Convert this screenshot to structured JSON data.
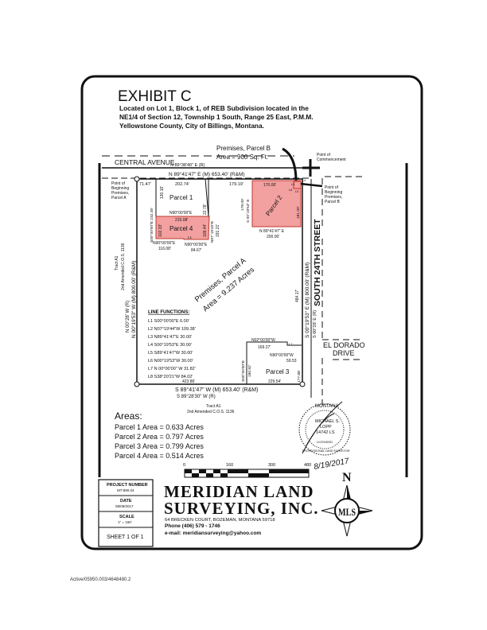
{
  "header": {
    "title": "EXHIBIT C",
    "subtitle_lines": [
      "Located on Lot 1, Block 1, of REB Subdivision located in the",
      "NE1/4 of Section 12, Township 1 South, Range 25 East, P.M.M.",
      "Yellowstone County, City of Billings, Montana."
    ]
  },
  "map": {
    "central_avenue": "CENTRAL AVENUE",
    "parcel_b_label": "Premises, Parcel B",
    "parcel_b_area": "Area = 900 Sq. Ft.",
    "point_of_commencement": [
      "Point of",
      "Commencement"
    ],
    "pob_parcel_a": [
      "Point of",
      "Beginning",
      "Premises,",
      "Parcel A"
    ],
    "pob_parcel_b": [
      "Point of",
      "Beginning",
      "Premises,",
      "Parcel B"
    ],
    "top_bearing_r": "N 89°38'40\" E (R)",
    "top_bearing_m": "N 89°41'47\" E (M) 653.40' (R&M)",
    "top_segments": [
      "71.47'",
      "202.74'",
      "179.19'",
      "170.00'"
    ],
    "south_24th": "SOUTH 24TH STREET",
    "east_bearing_m": "S 00°19'53\" E (M) 800.00' (R&M)",
    "east_bearing_r": "S 00°28' E (R)",
    "east_segment": "484.17'",
    "west_bearing_m": "N 00°19'53\" W (M) 800.00' (R&M)",
    "west_bearing_r": "N 00°28' W (R)",
    "tract_west": [
      "Tract A1",
      "2nd Amended C.O.S. 1136"
    ],
    "tract_south": [
      "Tract A1",
      "2nd Amended C.O.S. 1136"
    ],
    "bottom_bearing_m": "S 89°41'47\" W (M) 653.40' (R&M)",
    "bottom_bearing_r": "S 89°28'30\" W (R)",
    "bottom_segment": "423.86'",
    "el_dorado": [
      "EL DORADO",
      "DRIVE"
    ],
    "parcel_a_label": "Premises, Parcel A",
    "parcel_a_area": "Area = 9.237 Acres",
    "parcel1": {
      "label": "Parcel 1",
      "west": "S00°00'00\"E 232.49'",
      "west_seg": "130.16'",
      "bottom": "N90°00'00\"E",
      "east": "22.78'",
      "l_label": "L1"
    },
    "parcel4": {
      "label": "Parcel 4",
      "top": "215.08'",
      "west": "102.33'",
      "east": "109.44'",
      "bottom1": "N90°00'00\"E",
      "bottom1_len": "116.08'",
      "bottom2": "N90°00'00\"E",
      "bottom2_len": "84.67'",
      "east_bearing": "N07°19'45\"E",
      "east_len": "191.21'",
      "l_label": "L1"
    },
    "parcel2": {
      "label": "Parcel 2",
      "top": "170.00'",
      "west": "S 00°19'53\" E",
      "west_len": "178.00'",
      "east": "181.00'",
      "bottom": "N 89°41'47\" E",
      "bottom_len": "200.00'",
      "l_labels": [
        "L3",
        "L4",
        "L5",
        "L6"
      ]
    },
    "parcel3": {
      "label": "Parcel 3",
      "top": "N02°00'00\"W",
      "top_len": "169.27'",
      "right": "N90°00'00\"W",
      "right_len": "59.53",
      "west": "S00°00'00\"E",
      "west_len": "180.92'",
      "bottom": "229.54'",
      "east": "177.88'",
      "l_label": "L7"
    }
  },
  "line_functions": {
    "title": "LINE FUNCTIONS:",
    "lines": [
      "L1  S00°00'00\"E  6.00'",
      "L2  N07°19'44\"W  109.38'",
      "L3  N89°41'47\"E  30.00'",
      "L4  S00°19'53\"E  30.00'",
      "L5  S89°41'47\"W  30.00'",
      "L6  N00°19'53\"W  30.00'",
      "L7  N 00°00'00\" W  31.82'",
      "L8  S38°20'21\"W  84.02'"
    ]
  },
  "areas": {
    "title": "Areas:",
    "items": [
      "Parcel 1 Area = 0.633 Acres",
      "Parcel 2 Area = 0.797 Acres",
      "Parcel 3 Area = 0.799 Acres",
      "Parcel 4 Area = 0.514 Acres"
    ]
  },
  "scale_bar": {
    "ticks": [
      "0",
      "160",
      "300",
      "480"
    ]
  },
  "seal": {
    "lines": [
      "MONTANA",
      "MICHAEL S.",
      "LOPP",
      "14742 LS",
      "LICENSED",
      "PROFESSIONAL LAND SURVEYOR"
    ],
    "signature_date": "8/19/2017"
  },
  "north": "N",
  "title_block": {
    "project_label": "PROJECT NUMBER",
    "project_value": "MT-890.04",
    "date_label": "DATE",
    "date_value": "08/09/2017",
    "scale_label": "SCALE",
    "scale_value": "1\" = 160'",
    "sheet": "SHEET 1 OF 1"
  },
  "company": {
    "name_line1": "MERIDIAN  LAND",
    "name_line2": "SURVEYING, INC.",
    "address": "64 BRECKEN COURT,  BOZEMAN,  MONTANA  59718",
    "phone": "Phone (406)  579 - 1746",
    "email": "e-mail:  meridiansurveying@yahoo.com",
    "logo_letters": "MLS"
  },
  "footer": "Active/05950.003/4648480.2",
  "colors": {
    "parcel_fill": "#f2a0a0",
    "parcel_stroke": "#c0392b",
    "ink": "#111111"
  }
}
